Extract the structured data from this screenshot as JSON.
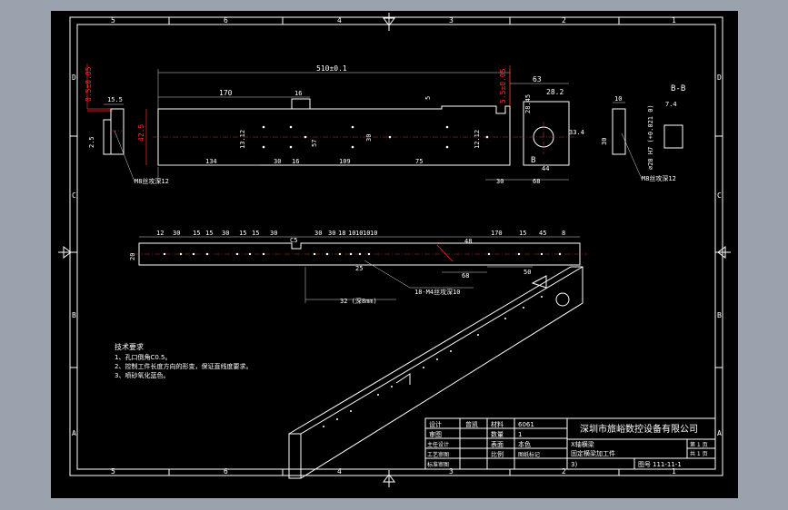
{
  "frame": {
    "top_zones": [
      "5",
      "6",
      "4",
      "3",
      "2",
      "1"
    ],
    "bottom_zones": [
      "5",
      "6",
      "4",
      "3",
      "2",
      "1"
    ],
    "left_zones": [
      "D",
      "C",
      "B",
      "A"
    ],
    "right_zones": [
      "D",
      "C",
      "B",
      "A"
    ]
  },
  "section_label": "B-B",
  "section_letter": "B",
  "dims": {
    "overall_length": "510±0.1",
    "d170": "170",
    "d16": "16",
    "d5": "5",
    "d63": "63",
    "d28_2": "28.2",
    "d28_45": "28.45",
    "d134": "134",
    "d30": "30",
    "d16b": "16",
    "d109": "109",
    "d75": "75",
    "d30b": "30",
    "d68": "68",
    "d44": "44",
    "d15_5": "15.5",
    "d2_5": "2.5",
    "d13_12": "13.12",
    "d57": "57",
    "d12_12": "12.12",
    "d33_4": "33.4",
    "d10": "10",
    "d30c": "30",
    "d7_4": "7.4",
    "d28h7": "⌀28 H7 (+0.021 0)",
    "red_left": "0.5±0.05",
    "red_right": "5.5±0.05",
    "red_h": "42.5"
  },
  "mid_dims": [
    "12",
    "30",
    "15",
    "15",
    "30",
    "15",
    "15",
    "30",
    "30",
    "30",
    "18",
    "10",
    "10",
    "10",
    "10",
    "48",
    "170",
    "15",
    "45",
    "8"
  ],
  "mid_labels": {
    "d20": "20",
    "c5": "C5",
    "d68b": "68",
    "d50": "50",
    "d25": "25",
    "d32": "32 (深8mm)"
  },
  "notes": {
    "hole_left": "M8丝攻深12",
    "hole_right": "M8丝攻深12",
    "hole_mid": "18-M4丝攻深10"
  },
  "tech_req": {
    "title": "技术要求",
    "items": [
      "1、孔口倒角C0.5。",
      "2、控制工件长度方向的形变，保证直线度要求。",
      "3、喷砂氧化蓝色。"
    ]
  },
  "title_block": {
    "company": "深圳市旅峪数控设备有限公司",
    "rows": [
      {
        "label": "设计",
        "name": "曾凯",
        "col3": "材料",
        "col4": "6061"
      },
      {
        "label": "审图",
        "name": "",
        "col3": "数量",
        "col4": "1"
      },
      {
        "label": "主任设计",
        "name": "",
        "col3": "表面",
        "col4": "本色"
      },
      {
        "label": "工艺审图",
        "name": "",
        "col3": "比例",
        "col4": "图纸标记"
      },
      {
        "label": "标准审图",
        "name": "",
        "col3": "",
        "col4": ""
      }
    ],
    "part_name": "固定横梁加工件",
    "assembly_name": "X轴横梁",
    "drawing_no_label": "图号",
    "drawing_no": "111-11-1",
    "sheet": "第 1 页",
    "total": "共 1 页",
    "version": "3)"
  }
}
